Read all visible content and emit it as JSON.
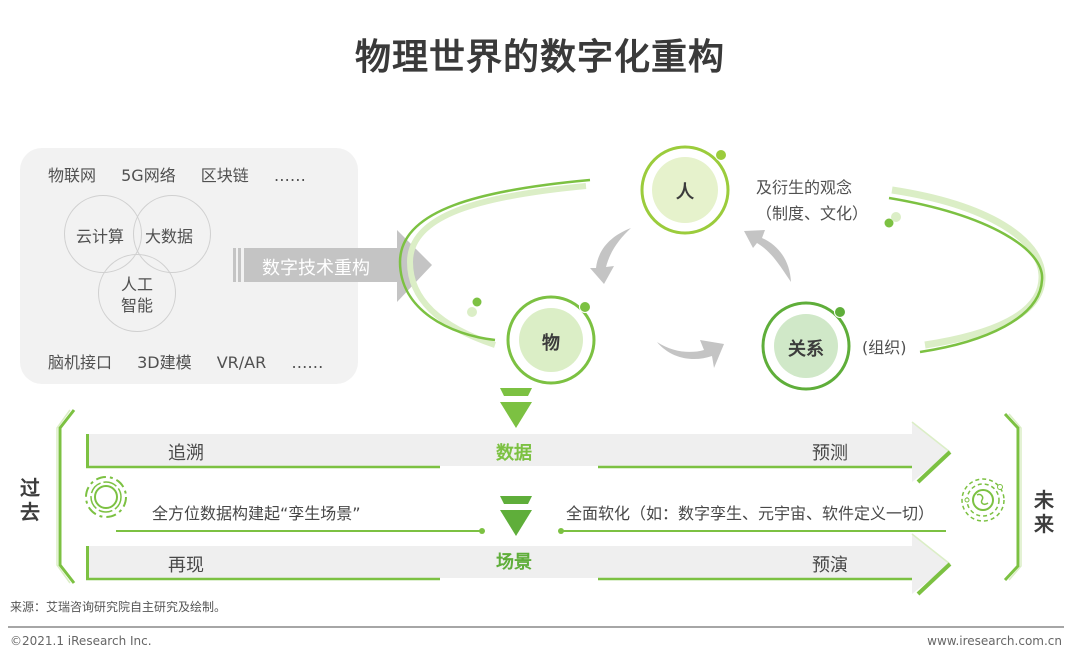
{
  "title": "物理世界的数字化重构",
  "tech_box": {
    "row_top": [
      "物联网",
      "5G网络",
      "区块链",
      "……"
    ],
    "venn": [
      "云计算",
      "大数据",
      "人工\n智能"
    ],
    "row_bottom": [
      "脑机接口",
      "3D建模",
      "VR/AR",
      "……"
    ]
  },
  "big_arrow_label": "数字技术重构",
  "nodes": {
    "person": {
      "label": "人",
      "note_line1": "及衍生的观念",
      "note_line2": "（制度、文化）"
    },
    "thing": {
      "label": "物"
    },
    "relation": {
      "label": "关系",
      "note": "(组织)"
    }
  },
  "timeline": {
    "past": "过\n去",
    "future": "未\n来",
    "band_top": {
      "left": "追溯",
      "right": "预测"
    },
    "band_bottom": {
      "left": "再现",
      "right": "预演"
    },
    "center_top": "数据",
    "center_bottom": "场景",
    "left_mid": "全方位数据构建起“孪生场景”",
    "right_mid": "全面软化（如：数字孪生、元宇宙、软件定义一切）"
  },
  "colors": {
    "green": "#7cc142",
    "green_dark": "#5fae3a",
    "green_light": "#dbeec6",
    "gray_arrow": "#c4c4c4",
    "text": "#404040"
  },
  "source": "来源：艾瑞咨询研究院自主研究及绘制。",
  "footer": {
    "copyright": "©2021.1 iResearch Inc.",
    "website": "www.iresearch.com.cn"
  }
}
